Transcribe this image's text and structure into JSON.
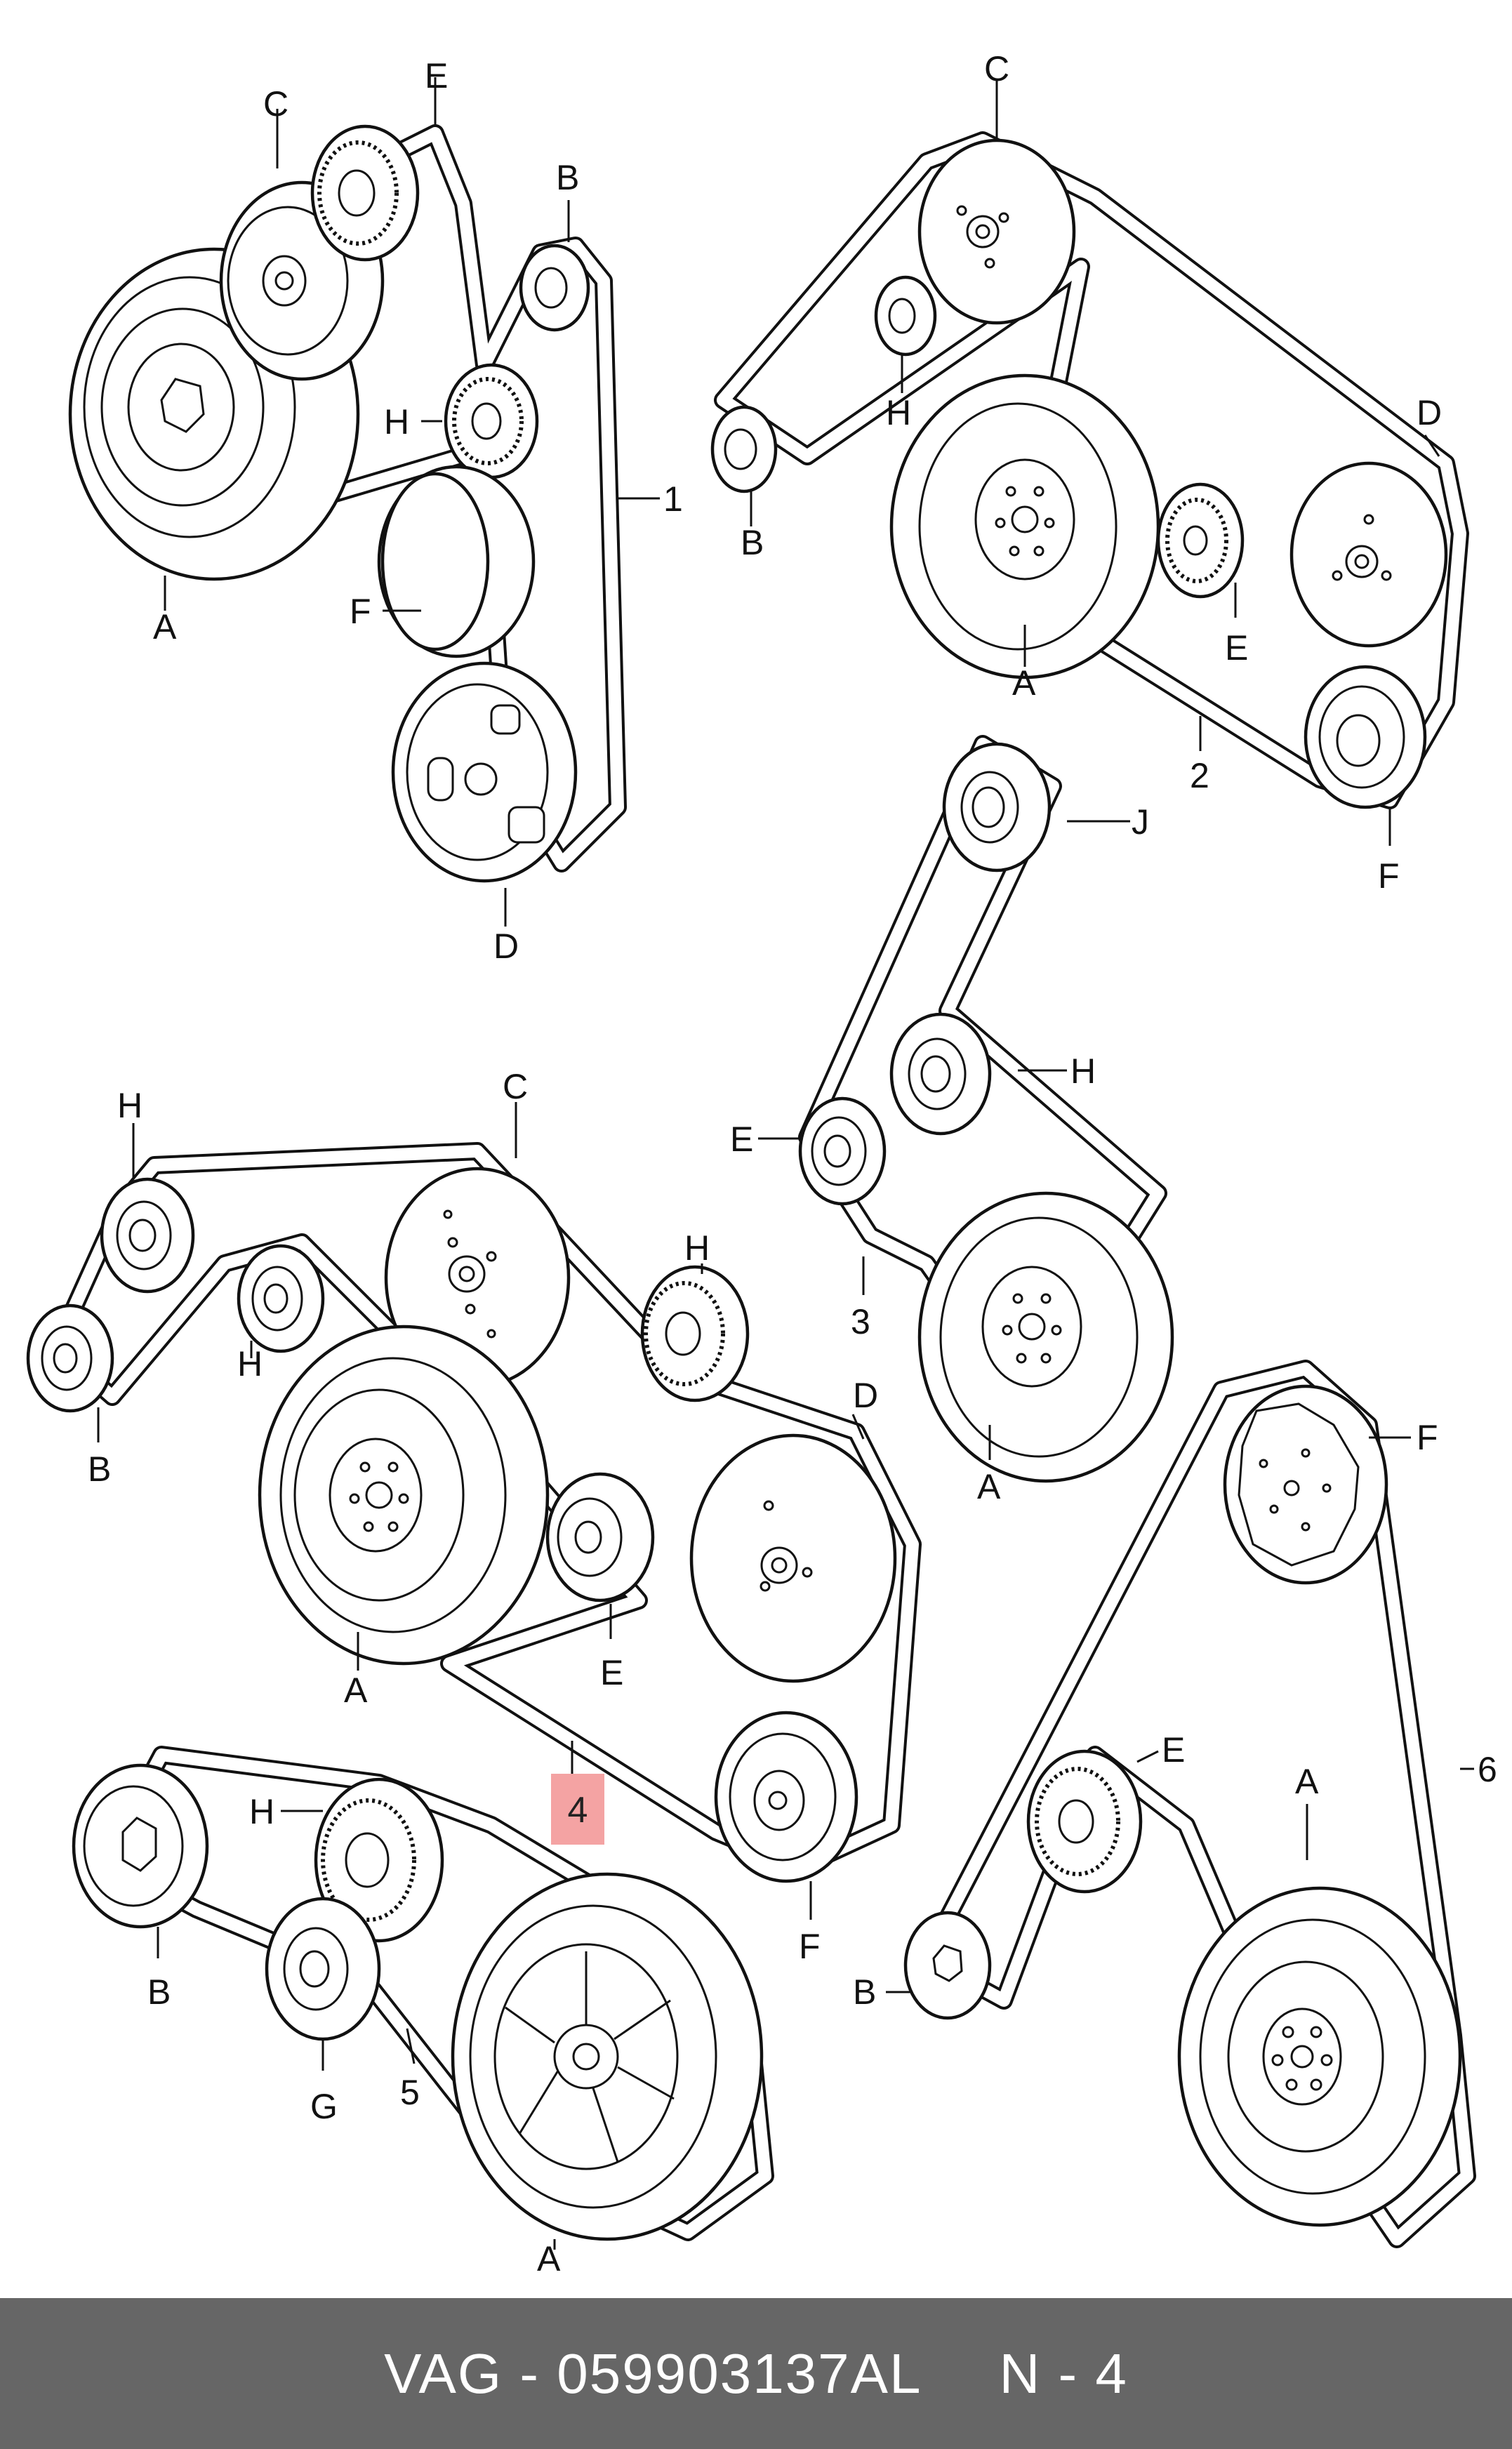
{
  "footer": {
    "brand": "VAG",
    "separator": " - ",
    "part_number": "059903137AL",
    "position_label": "N - 4"
  },
  "highlight": {
    "label": "4"
  },
  "diagrams": [
    {
      "belt_label": "1",
      "pulley_labels": [
        "A",
        "B",
        "C",
        "D",
        "E",
        "F",
        "H"
      ]
    },
    {
      "belt_label": "2",
      "pulley_labels": [
        "A",
        "B",
        "C",
        "D",
        "E",
        "F",
        "H"
      ]
    },
    {
      "belt_label": "3",
      "pulley_labels": [
        "A",
        "E",
        "H",
        "J"
      ]
    },
    {
      "belt_label": "4",
      "pulley_labels": [
        "A",
        "B",
        "C",
        "D",
        "E",
        "F",
        "H",
        "H",
        "H"
      ]
    },
    {
      "belt_label": "5",
      "pulley_labels": [
        "A",
        "B",
        "G",
        "H"
      ]
    },
    {
      "belt_label": "6",
      "pulley_labels": [
        "A",
        "B",
        "E",
        "F"
      ]
    }
  ]
}
